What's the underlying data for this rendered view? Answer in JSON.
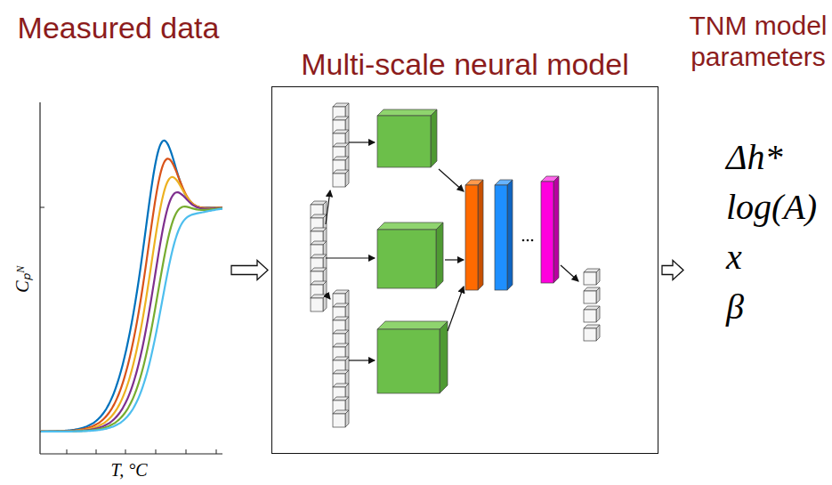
{
  "diagram": {
    "nodes": [
      {
        "text": [
          "Measured data"
        ]
      },
      {
        "text": [
          "Multi-scale neural model"
        ]
      },
      {
        "text": [
          "TNM model parameters",
          "Δh*",
          "log(A)",
          "x",
          "β"
        ]
      }
    ],
    "edges": [
      {
        "from": 0,
        "to": 1,
        "arrow": "to"
      },
      {
        "from": 1,
        "to": 2,
        "arrow": "to"
      }
    ],
    "labels": [
      "Cₚᴺ",
      "T, °C"
    ]
  }
}
